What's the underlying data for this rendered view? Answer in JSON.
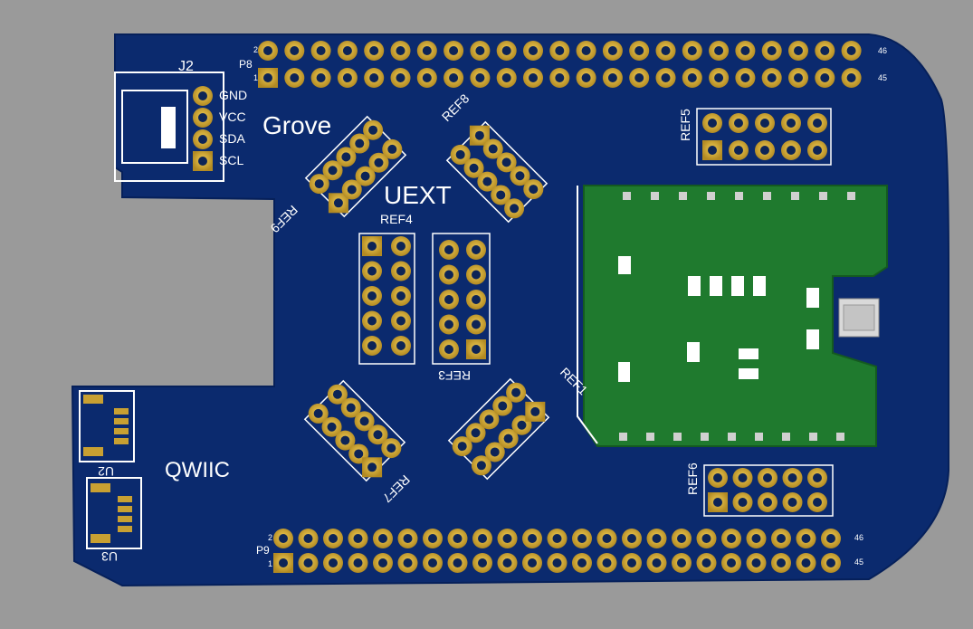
{
  "colors": {
    "background": "#9a9a9a",
    "board": "#0b2a6e",
    "board_edge": "#06205a",
    "pad": "#c8a032",
    "pad_hole": "#0d2456",
    "module": "#1f7a2e",
    "silkscreen": "#ffffff"
  },
  "labels": {
    "j2": "J2",
    "gnd": "GND",
    "vcc": "VCC",
    "sda": "SDA",
    "scl": "SCL",
    "grove": "Grove",
    "uext": "UEXT",
    "qwiic": "QWIIC",
    "p8": "P8",
    "p9": "P9",
    "p8_pin2": "2",
    "p8_pin1": "1",
    "p8_pin46": "46",
    "p8_pin45": "45",
    "p9_pin2": "2",
    "p9_pin1": "1",
    "p9_pin46": "46",
    "p9_pin45": "45",
    "ref3": "REF3",
    "ref4": "REF4",
    "ref5": "REF5",
    "ref6": "REF6",
    "ref7": "REF7",
    "ref8": "REF8",
    "ref9": "REF9",
    "ref10": "REF1",
    "u2": "U2",
    "u3": "U3"
  }
}
